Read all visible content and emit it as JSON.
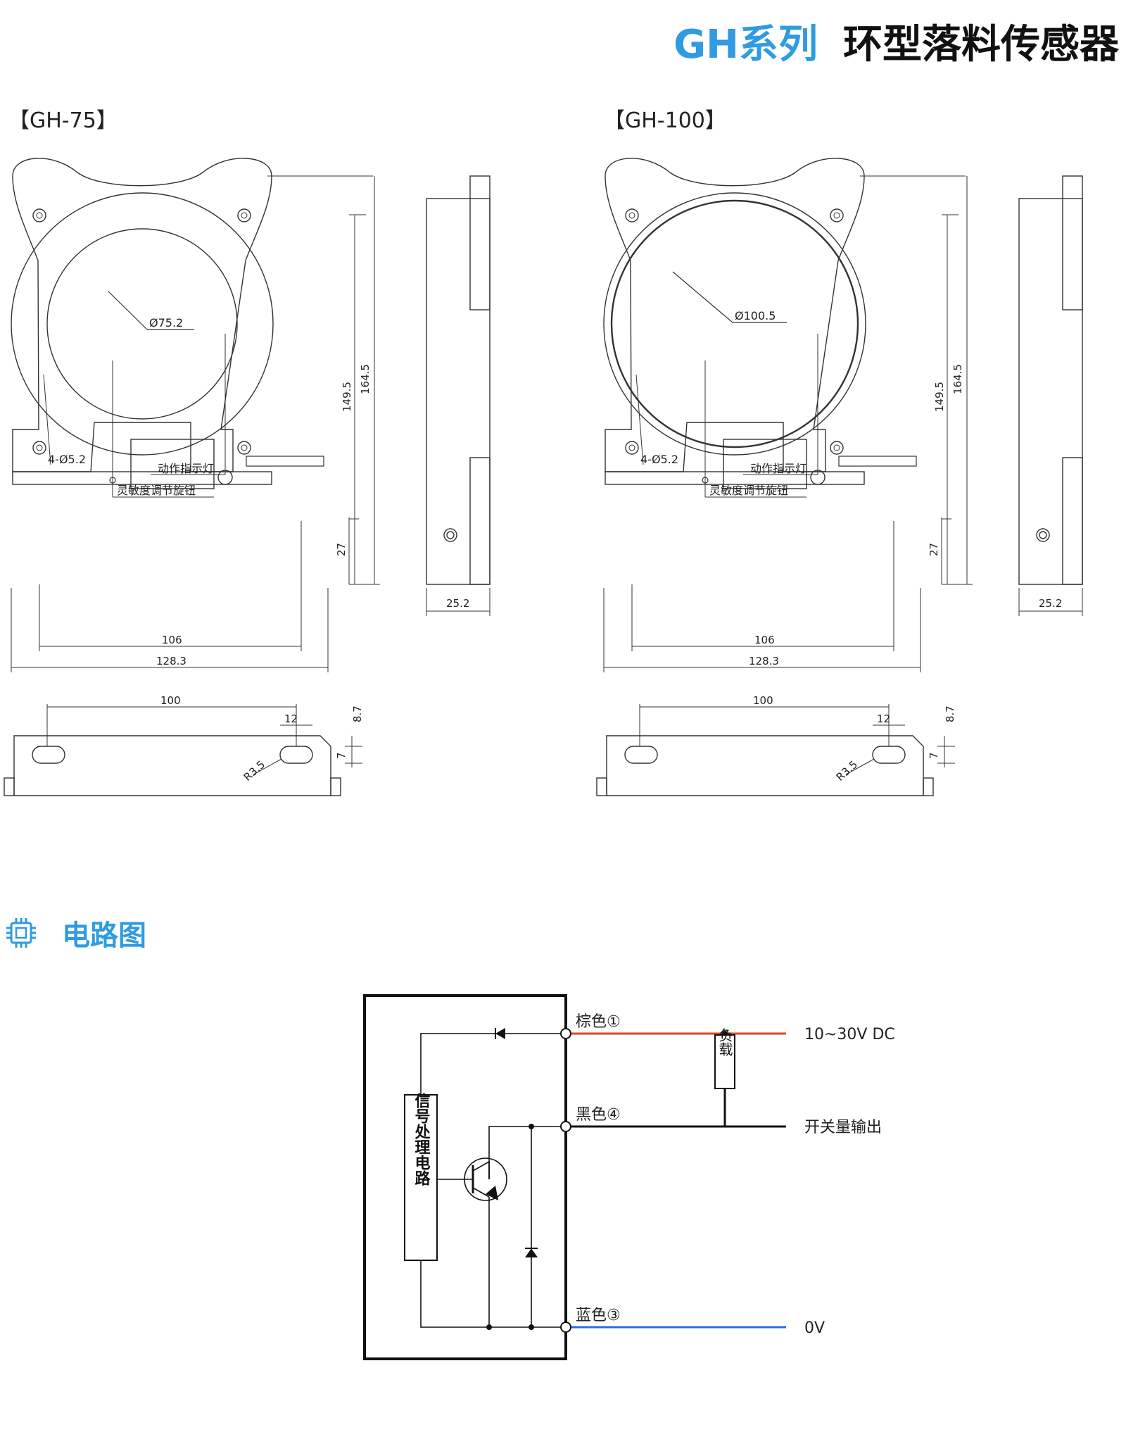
{
  "title": {
    "series": "GH系列",
    "name": "环型落料传感器"
  },
  "models": [
    {
      "label": "【GH-75】",
      "inner_diameter": "Ø75.2"
    },
    {
      "label": "【GH-100】",
      "inner_diameter": "Ø100.5"
    }
  ],
  "dimensions": {
    "height_inner": "149.5",
    "height_outer": "164.5",
    "base_height": "27",
    "hole_spec": "4-Ø5.2",
    "thickness": "25.2",
    "hole_span": "106",
    "overall_width": "128.3",
    "slot_span": "100",
    "slot_width": "12",
    "slot_offset": "8.7",
    "slot_height": "7",
    "slot_radius": "R3.5",
    "indicator_label": "动作指示灯",
    "knob_label": "灵敏度调节旋钮"
  },
  "circuit_section": {
    "title": "电路图",
    "icon": "chip-icon"
  },
  "circuit": {
    "block_label": "信号处理电路",
    "load_label": "负载",
    "terminals": [
      {
        "label": "棕色①",
        "signal": "10~30V  DC",
        "color": "#e04a1c"
      },
      {
        "label": "黑色④",
        "signal": "开关量输出",
        "color": "#111111"
      },
      {
        "label": "蓝色③",
        "signal": "0V",
        "color": "#2a6ee0"
      }
    ]
  }
}
